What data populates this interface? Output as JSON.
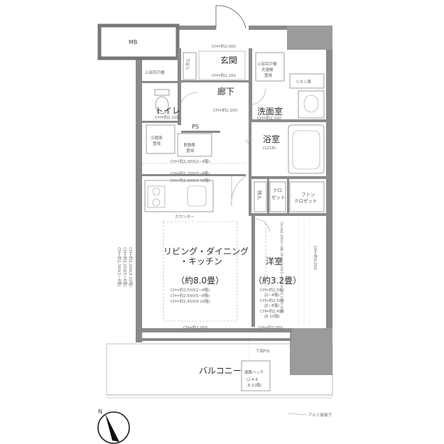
{
  "rooms": {
    "mb": "MB",
    "entrance": "玄関",
    "corridor": "廊下",
    "toilet": "トイレ",
    "washroom": "洗面室",
    "bathroom": "浴室",
    "bathroom_size": "(1216)",
    "storage": "物入",
    "closet": "クロ\nゼット",
    "closet_l1": "クロ",
    "closet_l2": "ゼット",
    "futon_closet_l1": "フトン",
    "futon_closet_l2": "クロゼット",
    "linen": "リネン庫",
    "ps": "PS",
    "ldk_l1": "リビング・ダイニング",
    "ldk_l2": "・キッチン",
    "ldk_size": "（約8.0畳）",
    "western": "洋室",
    "western_size": "（約3.2畳）",
    "balcony": "バルコニー"
  },
  "labels": {
    "ch_2000_top": "CH=約2,000",
    "ch_2160": "CH=約2,160",
    "ch_2100_corr": "CH=約2,100",
    "ch_2100_toilet": "CH=約2,100",
    "ch_2100_wash": "CH=約2,100",
    "kitchen_ch_1": "CH=約2,300(2~4階)",
    "kitchen_ch_2": "CH=約2,250(5~8階)",
    "kitchen_ch_3": "CH=約2,200(9·10階)",
    "ldk_ch_1": "CH=約2,550(2~4階)",
    "ldk_ch_2": "CH=約2,500(5~8階)",
    "ldk_ch_3": "CH=約2,450(9·10階)",
    "west_ch_1": "CH=約2,550",
    "west_ch_1b": "(2~4階)",
    "west_ch_2": "CH=約2,500",
    "west_ch_2b": "(5~8階)",
    "west_ch_3": "CH=約2,450",
    "west_ch_3b": "(9·10階)",
    "ch_2050_ldk": "CH=約2,050",
    "ch_2050_west": "CH=約2,050",
    "ch_2050_vert": "CH=約2,050",
    "shoe_l1": "下足入",
    "upper_cab_toilet": "上部吊戸棚",
    "upper_cab_wash_l1": "上部吊戸棚",
    "upper_cab_wash_l2": "洗濯機",
    "upper_cab_wash_l3": "置場",
    "fridge_l1": "冷蔵庫",
    "fridge_l2": "置場",
    "dish_l1": "食器棚",
    "dish_l2": "置場",
    "counter": "カウンター",
    "sill": "下部FIX",
    "hatch_l1": "避難ハッチ",
    "hatch_l2": "(2·4·6",
    "hatch_l3": "·8·10階)",
    "alum": "アルミ縦格子",
    "left_dim_1": "CH=約2,300(2~4階)",
    "left_dim_2": "CH=約2,250(5~8階)",
    "left_dim_3": "CH=約2,200(9·10階)",
    "right_sm_dim": "CH=約2,200(2~4階)·CH=約2,150(5~8階)·CH=約2,100(9·10階)",
    "north": "N"
  },
  "colors": {
    "wall": "#8a8a8a",
    "text": "#2d2d2d"
  }
}
